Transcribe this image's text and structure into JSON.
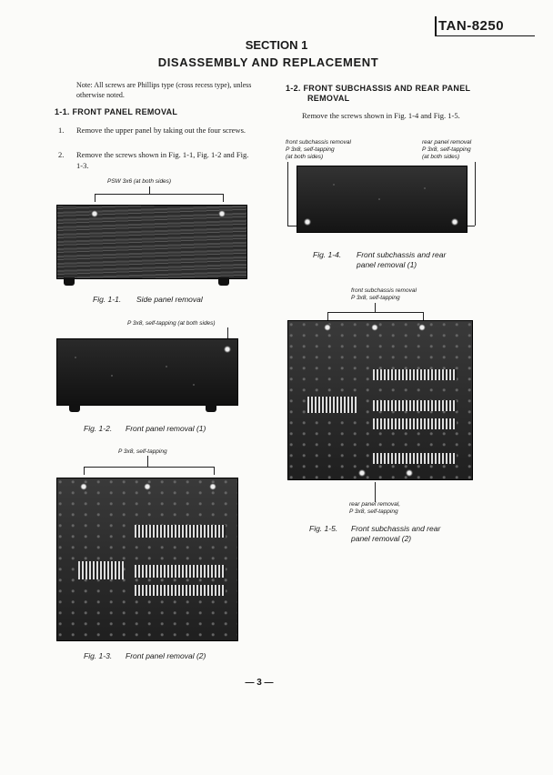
{
  "header": {
    "model": "TAN-8250",
    "section_number": "SECTION 1",
    "section_title": "DISASSEMBLY AND REPLACEMENT"
  },
  "left_column": {
    "note": "Note: All screws are Phillips type (cross recess type), unless otherwise noted.",
    "subsection_heading": "1-1.  FRONT PANEL REMOVAL",
    "steps": [
      {
        "num": "1.",
        "text": "Remove the upper panel by taking out the four screws."
      },
      {
        "num": "2.",
        "text": "Remove the screws shown in Fig. 1-1, Fig. 1-2 and Fig. 1-3."
      }
    ],
    "fig1_1": {
      "label": "PSW 3x6 (at both sides)",
      "caption_num": "Fig. 1-1.",
      "caption_text": "Side panel removal"
    },
    "fig1_2": {
      "label": "P 3x8, self-tapping (at both sides)",
      "caption_num": "Fig. 1-2.",
      "caption_text": "Front panel removal (1)"
    },
    "fig1_3": {
      "label": "P 3x8, self-tapping",
      "caption_num": "Fig. 1-3.",
      "caption_text": "Front panel removal (2)"
    }
  },
  "right_column": {
    "subsection_heading_line1": "1-2.  FRONT SUBCHASSIS AND REAR PANEL",
    "subsection_heading_line2": "REMOVAL",
    "body": "Remove the screws shown in Fig. 1-4 and Fig. 1-5.",
    "fig1_4": {
      "label_left_1": "front subchassis removal",
      "label_left_2": "P 3x8, self-tapping",
      "label_left_3": "(at both sides)",
      "label_right_1": "rear panel removal",
      "label_right_2": "P 3x8, self-tapping",
      "label_right_3": "(at both sides)",
      "caption_num": "Fig. 1-4.",
      "caption_text_1": "Front subchassis and rear",
      "caption_text_2": "panel removal (1)"
    },
    "fig1_5": {
      "label_top_1": "front subchassis removal",
      "label_top_2": "P 3x8, self-tapping",
      "label_bottom_1": "rear panel removal,",
      "label_bottom_2": "P 3x8, self-tapping",
      "caption_num": "Fig. 1-5.",
      "caption_text_1": "Front subchassis and rear",
      "caption_text_2": "panel removal (2)"
    }
  },
  "footer": {
    "page_number": "— 3 —"
  }
}
